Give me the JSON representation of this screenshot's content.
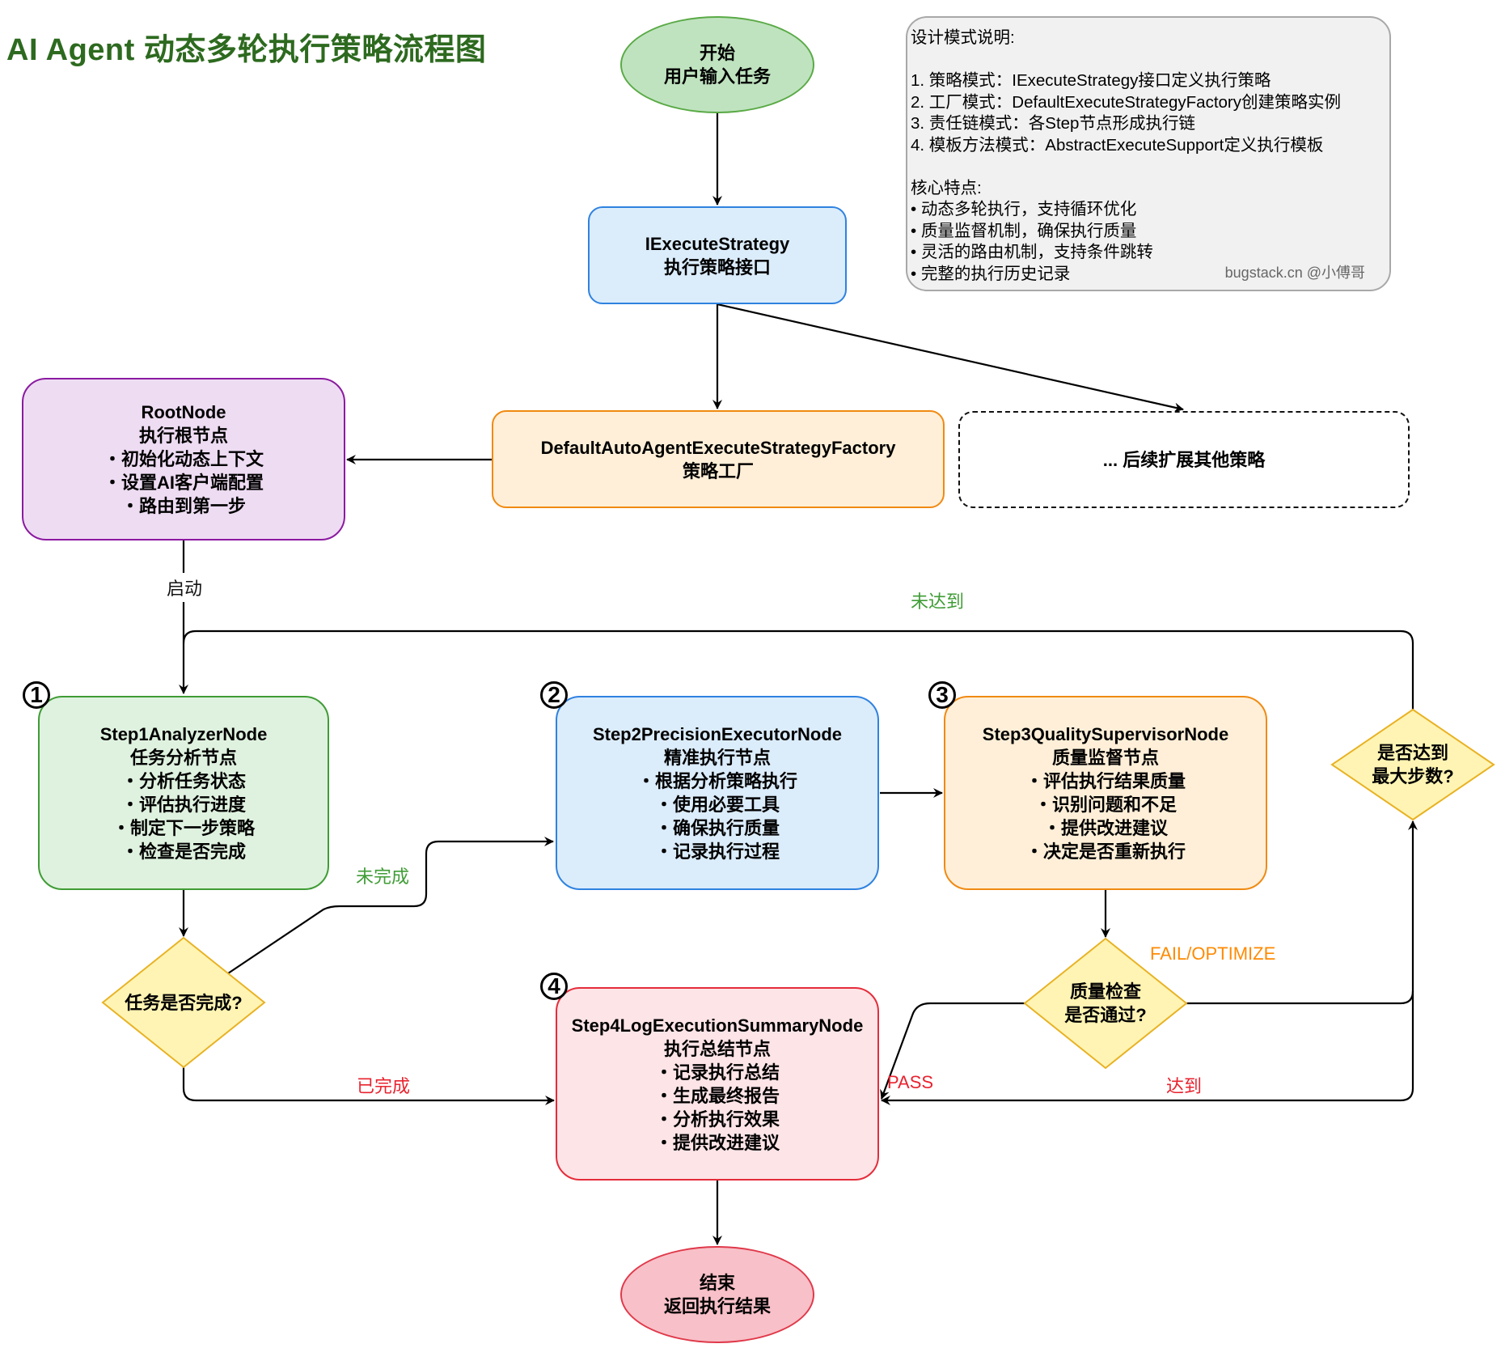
{
  "title": "AI Agent 动态多轮执行策略流程图",
  "colors": {
    "title": "#2d6a1f",
    "edge_label_green": "#3f9c35",
    "edge_label_red": "#e8232f",
    "edge_label_orange": "#ff8a00"
  },
  "nodes": {
    "start": {
      "lines": [
        "开始",
        "用户输入任务"
      ]
    },
    "strategy": {
      "lines": [
        "IExecuteStrategy",
        "执行策略接口"
      ]
    },
    "factory": {
      "lines": [
        "DefaultAutoAgentExecuteStrategyFactory",
        "策略工厂"
      ]
    },
    "other": {
      "lines": [
        "... 后续扩展其他策略"
      ]
    },
    "root": {
      "lines": [
        "RootNode",
        "执行根节点",
        "・初始化动态上下文",
        "・设置AI客户端配置",
        "・路由到第一步"
      ]
    },
    "step1": {
      "badge": "1",
      "lines": [
        "Step1AnalyzerNode",
        "任务分析节点",
        "・分析任务状态",
        "・评估执行进度",
        "・制定下一步策略",
        "・检查是否完成"
      ]
    },
    "step2": {
      "badge": "2",
      "lines": [
        "Step2PrecisionExecutorNode",
        "精准执行节点",
        "・根据分析策略执行",
        "・使用必要工具",
        "・确保执行质量",
        "・记录执行过程"
      ]
    },
    "step3": {
      "badge": "3",
      "lines": [
        "Step3QualitySupervisorNode",
        "质量监督节点",
        "・评估执行结果质量",
        "・识别问题和不足",
        "・提供改进建议",
        "・决定是否重新执行"
      ]
    },
    "step4": {
      "badge": "4",
      "lines": [
        "Step4LogExecutionSummaryNode",
        "执行总结节点",
        "・记录执行总结",
        "・生成最终报告",
        "・分析执行效果",
        "・提供改进建议"
      ]
    },
    "end": {
      "lines": [
        "结束",
        "返回执行结果"
      ]
    },
    "task_done": {
      "lines": [
        "任务是否完成?"
      ]
    },
    "quality_check": {
      "lines": [
        "质量检查",
        "是否通过?"
      ]
    },
    "max_steps": {
      "lines": [
        "是否达到",
        "最大步数?"
      ]
    }
  },
  "edge_labels": {
    "launch": "启动",
    "not_reached": "未达到",
    "not_done": "未完成",
    "done": "已完成",
    "fail_optimize": "FAIL/OPTIMIZE",
    "pass": "PASS",
    "reached": "达到"
  },
  "note": {
    "heading1": "设计模式说明:",
    "patterns": [
      "1. 策略模式：IExecuteStrategy接口定义执行策略",
      "2. 工厂模式：DefaultExecuteStrategyFactory创建策略实例",
      "3. 责任链模式：各Step节点形成执行链",
      "4. 模板方法模式：AbstractExecuteSupport定义执行模板"
    ],
    "heading2": "核心特点:",
    "features": [
      "• 动态多轮执行，支持循环优化",
      "• 质量监督机制，确保执行质量",
      "• 灵活的路由机制，支持条件跳转",
      "• 完整的执行历史记录"
    ],
    "credit": "bugstack.cn @小傅哥"
  }
}
